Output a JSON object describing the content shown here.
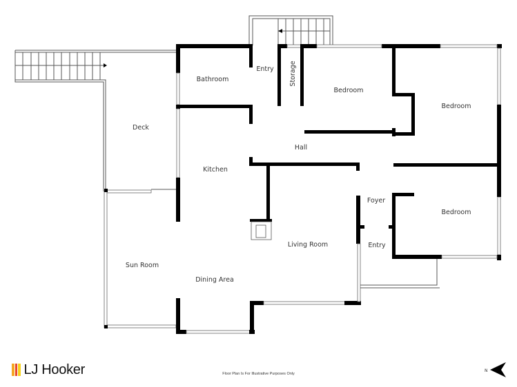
{
  "rooms": {
    "bathroom": "Bathroom",
    "entry_top": "Entry",
    "storage": "Storage",
    "bedroom_1": "Bedroom",
    "bedroom_2": "Bedroom",
    "bedroom_3": "Bedroom",
    "deck": "Deck",
    "hall": "Hall",
    "kitchen": "Kitchen",
    "foyer": "Foyer",
    "living_room": "Living Room",
    "entry_bottom": "Entry",
    "sun_room": "Sun Room",
    "dining_area": "Dining Area"
  },
  "footer": {
    "brand": "LJ Hooker",
    "brand_colors": [
      "#f5a623",
      "#e8452c",
      "#f7d21a"
    ],
    "disclaimer": "Floor Plan Is For Illustrative Purposes Only",
    "compass_label": "N"
  }
}
